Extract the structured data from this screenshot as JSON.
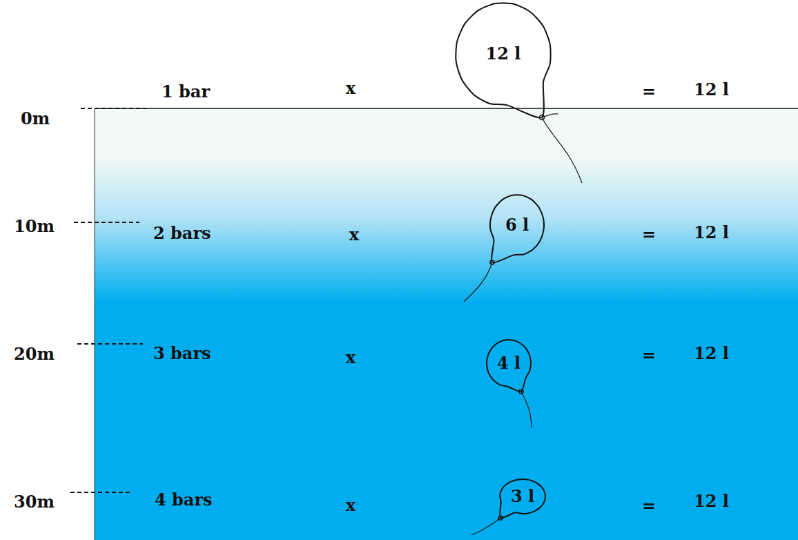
{
  "diagram": {
    "nodes": [
      {
        "text": [
          "12 l"
        ]
      },
      {
        "text": [
          "6 l"
        ]
      },
      {
        "text": [
          "4 l"
        ]
      },
      {
        "text": [
          "3 l"
        ]
      }
    ],
    "labels": [
      "1 bar",
      "x",
      "=",
      "12 l",
      "0m",
      "10m",
      "2 bars",
      "x",
      "=",
      "12 l",
      "20m",
      "3 bars",
      "x",
      "=",
      "12 l",
      "30m",
      "4 bars",
      "x",
      "=",
      "12 l"
    ]
  }
}
